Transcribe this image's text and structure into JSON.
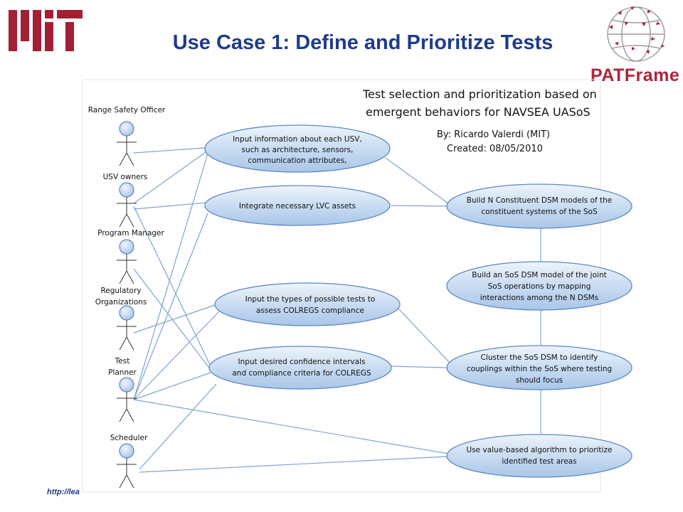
{
  "slide": {
    "title": "Use Case 1: Define and Prioritize Tests",
    "footer_url": "http://lea",
    "logo_right_text": "PATFrame",
    "logo_left_text": "MIT"
  },
  "diagram": {
    "header_lines": [
      "Test selection and prioritization based on",
      "emergent behaviors for NAVSEA UASoS"
    ],
    "author": "By: Ricardo Valerdi (MIT)",
    "created": "Created: 08/05/2010",
    "actors": [
      {
        "id": "range-safety-officer",
        "label_lines": [
          "Range Safety Officer"
        ]
      },
      {
        "id": "usv-owners",
        "label_lines": [
          "USV owners"
        ]
      },
      {
        "id": "program-manager",
        "label_lines": [
          "Program Manager"
        ]
      },
      {
        "id": "regulatory-organizations",
        "label_lines": [
          "Regulatory",
          "Organizations"
        ]
      },
      {
        "id": "test-planner",
        "label_lines": [
          "Test",
          "Planner"
        ]
      },
      {
        "id": "scheduler",
        "label_lines": [
          "Scheduler"
        ]
      }
    ],
    "use_cases_left": [
      {
        "id": "input-usv-info",
        "lines": [
          "Input information about each USV,",
          "such as architecture, sensors,",
          "communication attributes,"
        ]
      },
      {
        "id": "integrate-lvc",
        "lines": [
          "Integrate necessary LVC assets"
        ]
      },
      {
        "id": "input-test-types",
        "lines": [
          "Input the types of possible tests to",
          "assess COLREGS compliance"
        ]
      },
      {
        "id": "input-confidence",
        "lines": [
          "Input desired confidence intervals",
          "and compliance criteria for COLREGS"
        ]
      }
    ],
    "use_cases_right": [
      {
        "id": "build-constituent-dsm",
        "lines": [
          "Build N Constituent DSM models of the",
          "constituent systems of the SoS"
        ]
      },
      {
        "id": "build-sos-dsm",
        "lines": [
          "Build an SoS DSM model of the joint",
          "SoS operations by mapping",
          "interactions among the N DSMs"
        ]
      },
      {
        "id": "cluster-sos-dsm",
        "lines": [
          "Cluster the SoS DSM to identify",
          "couplings within the SoS where testing",
          "should focus"
        ]
      },
      {
        "id": "value-based-algorithm",
        "lines": [
          "Use value-based algorithm to prioritize",
          "identified test areas"
        ]
      }
    ]
  },
  "colors": {
    "title": "#1f3b8c",
    "ellipse_fill": "#c5d9f1",
    "ellipse_stroke": "#5b89c4",
    "connector": "#7ea3d0",
    "brand_red": "#b0243a"
  }
}
